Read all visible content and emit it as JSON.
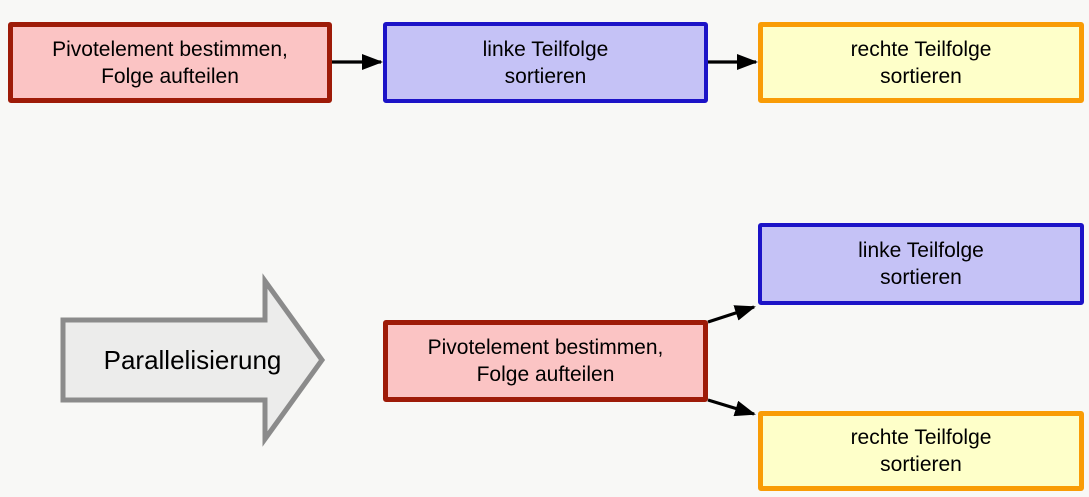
{
  "colors": {
    "background": "#f8f8f6",
    "text": "#000000",
    "arrow_black": "#000000",
    "red_fill": "#fbc4c4",
    "red_border": "#9e1b08",
    "blue_fill": "#c5c2f6",
    "blue_border": "#1c13c7",
    "yellow_fill": "#feffc9",
    "orange_border": "#f99c06",
    "gray_fill": "#ececeb",
    "gray_border": "#8b8b8b"
  },
  "sequential": {
    "pivot": {
      "line1": "Pivotelement bestimmen,",
      "line2": "Folge aufteilen"
    },
    "left": {
      "line1": "linke Teilfolge",
      "line2": "sortieren"
    },
    "right": {
      "line1": "rechte Teilfolge",
      "line2": "sortieren"
    }
  },
  "parallel": {
    "transform_label": "Parallelisierung",
    "pivot": {
      "line1": "Pivotelement bestimmen,",
      "line2": "Folge aufteilen"
    },
    "left": {
      "line1": "linke Teilfolge",
      "line2": "sortieren"
    },
    "right": {
      "line1": "rechte Teilfolge",
      "line2": "sortieren"
    }
  }
}
